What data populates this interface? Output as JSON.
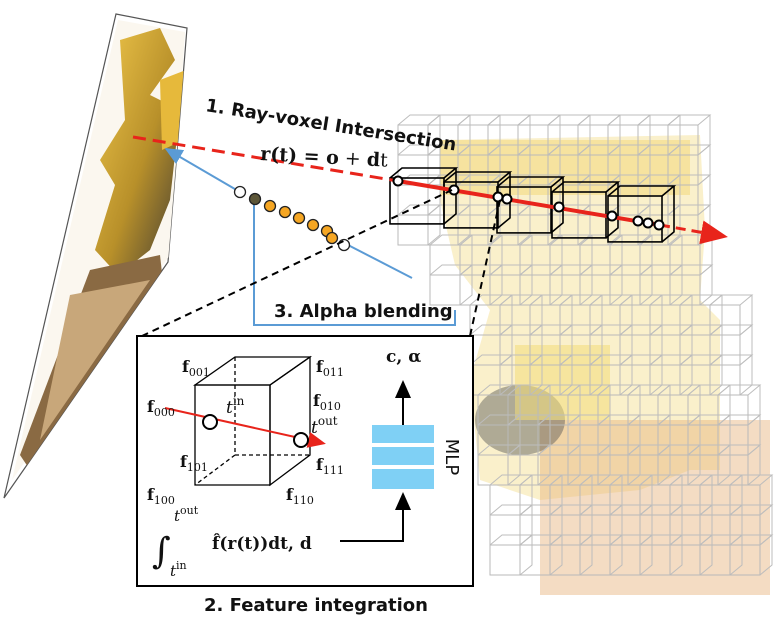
{
  "steps": {
    "ray_voxel": "1. Ray-voxel Intersection",
    "alpha_blending": "3. Alpha blending",
    "feature_integration": "2. Feature integration"
  },
  "equation": {
    "lhs": "r(t) = ",
    "o": "o",
    "plus": " + ",
    "d": "d",
    "t": "t"
  },
  "inset": {
    "corners": {
      "f000": "f000",
      "f001": "f001",
      "f010": "f010",
      "f011": "f011",
      "f100": "f100",
      "f101": "f101",
      "f110": "f110",
      "f111": "f111"
    },
    "t_in": "t in",
    "t_out": "t out",
    "output": "c, α",
    "mlp": "MLP",
    "integral": "f̂(r(t))dt, d"
  },
  "colors": {
    "ray": "#e8241b",
    "leader": "#5b9bd5",
    "mlp": "#7fd0f5",
    "sample": "#f5a623",
    "voxel_fill": "#f1d36a"
  }
}
